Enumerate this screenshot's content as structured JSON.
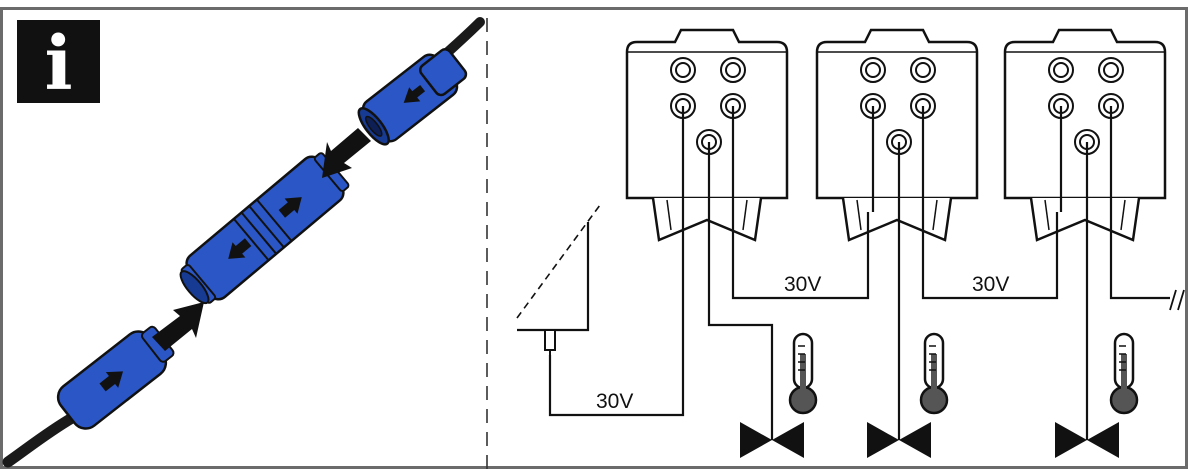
{
  "info_badge": {
    "symbol": "i",
    "background": "#111111",
    "foreground": "#ffffff"
  },
  "colors": {
    "frame_border": "#6b6b6b",
    "connector_blue": "#2a56c6",
    "connector_blue_dark": "#173a92",
    "cable": "#1a1a1a",
    "line": "#111111",
    "thermometer_fill": "#555555"
  },
  "voltage_labels": {
    "label_1": "30V",
    "label_2": "30V",
    "label_3": "30V"
  },
  "modules": [
    {
      "id": "module-1"
    },
    {
      "id": "module-2"
    },
    {
      "id": "module-3"
    }
  ],
  "icons": [
    "info-icon",
    "thermometer-icon",
    "valve-icon",
    "connector-icon",
    "arrow-icon"
  ]
}
